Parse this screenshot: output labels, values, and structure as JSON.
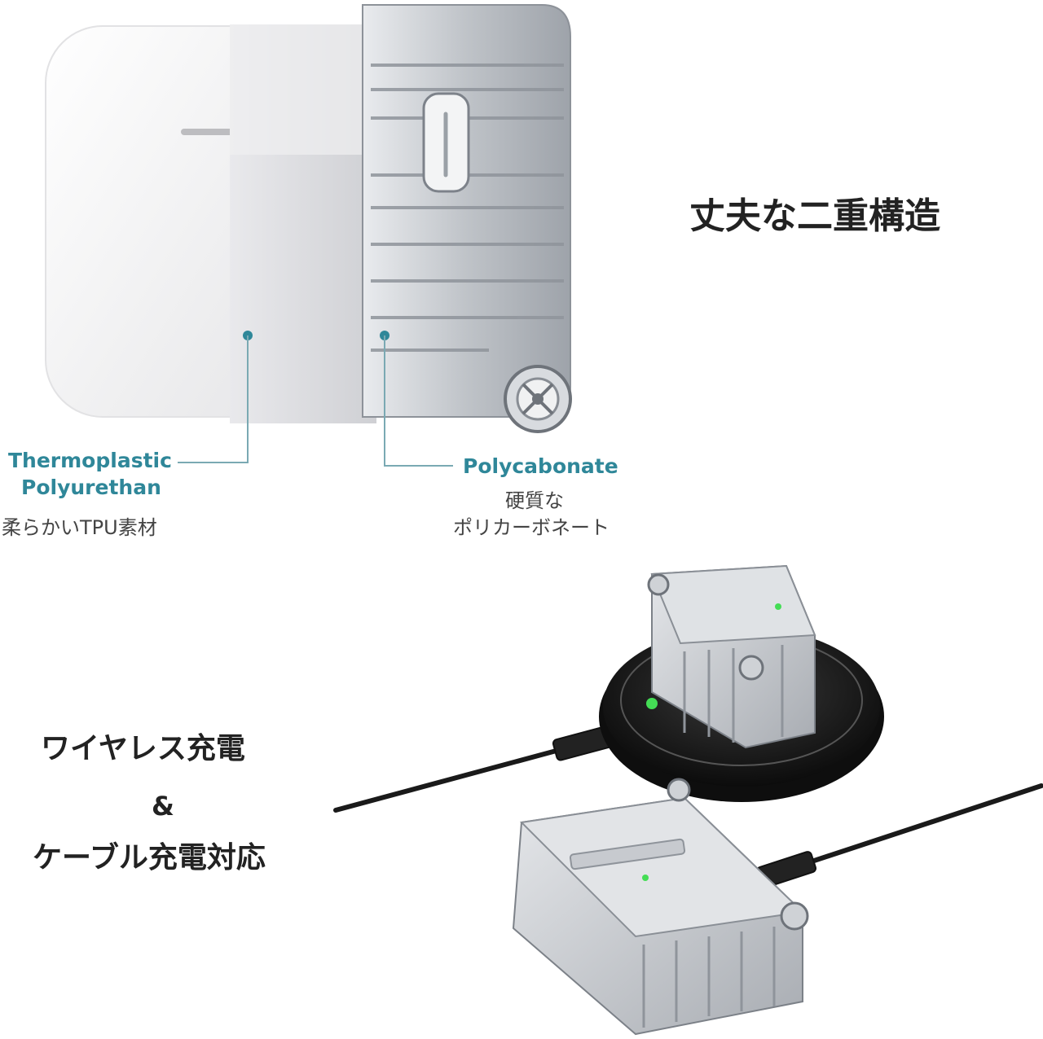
{
  "structure": {
    "heading": "丈夫な二重構造",
    "tpu": {
      "title_line1": "Thermoplastic",
      "title_line2": "Polyurethan",
      "caption": "柔らかいTPU素材"
    },
    "pc": {
      "title": "Polycabonate",
      "caption_line1": "硬質な",
      "caption_line2": "ポリカーボネート"
    }
  },
  "charging": {
    "line1": "ワイヤレス充電",
    "line2": "&",
    "line3": "ケーブル充電対応"
  },
  "colors": {
    "accent": "#2f8799",
    "text": "#222222",
    "case_white": "#f1f1f1",
    "tpu_gray": "#d9d9dc",
    "aluminum": "#c9ccd1",
    "charger_black": "#141414"
  },
  "icons": [
    "earbuds-case-image",
    "suitcase-cover-image",
    "wireless-charger-image",
    "charging-cable-image"
  ]
}
